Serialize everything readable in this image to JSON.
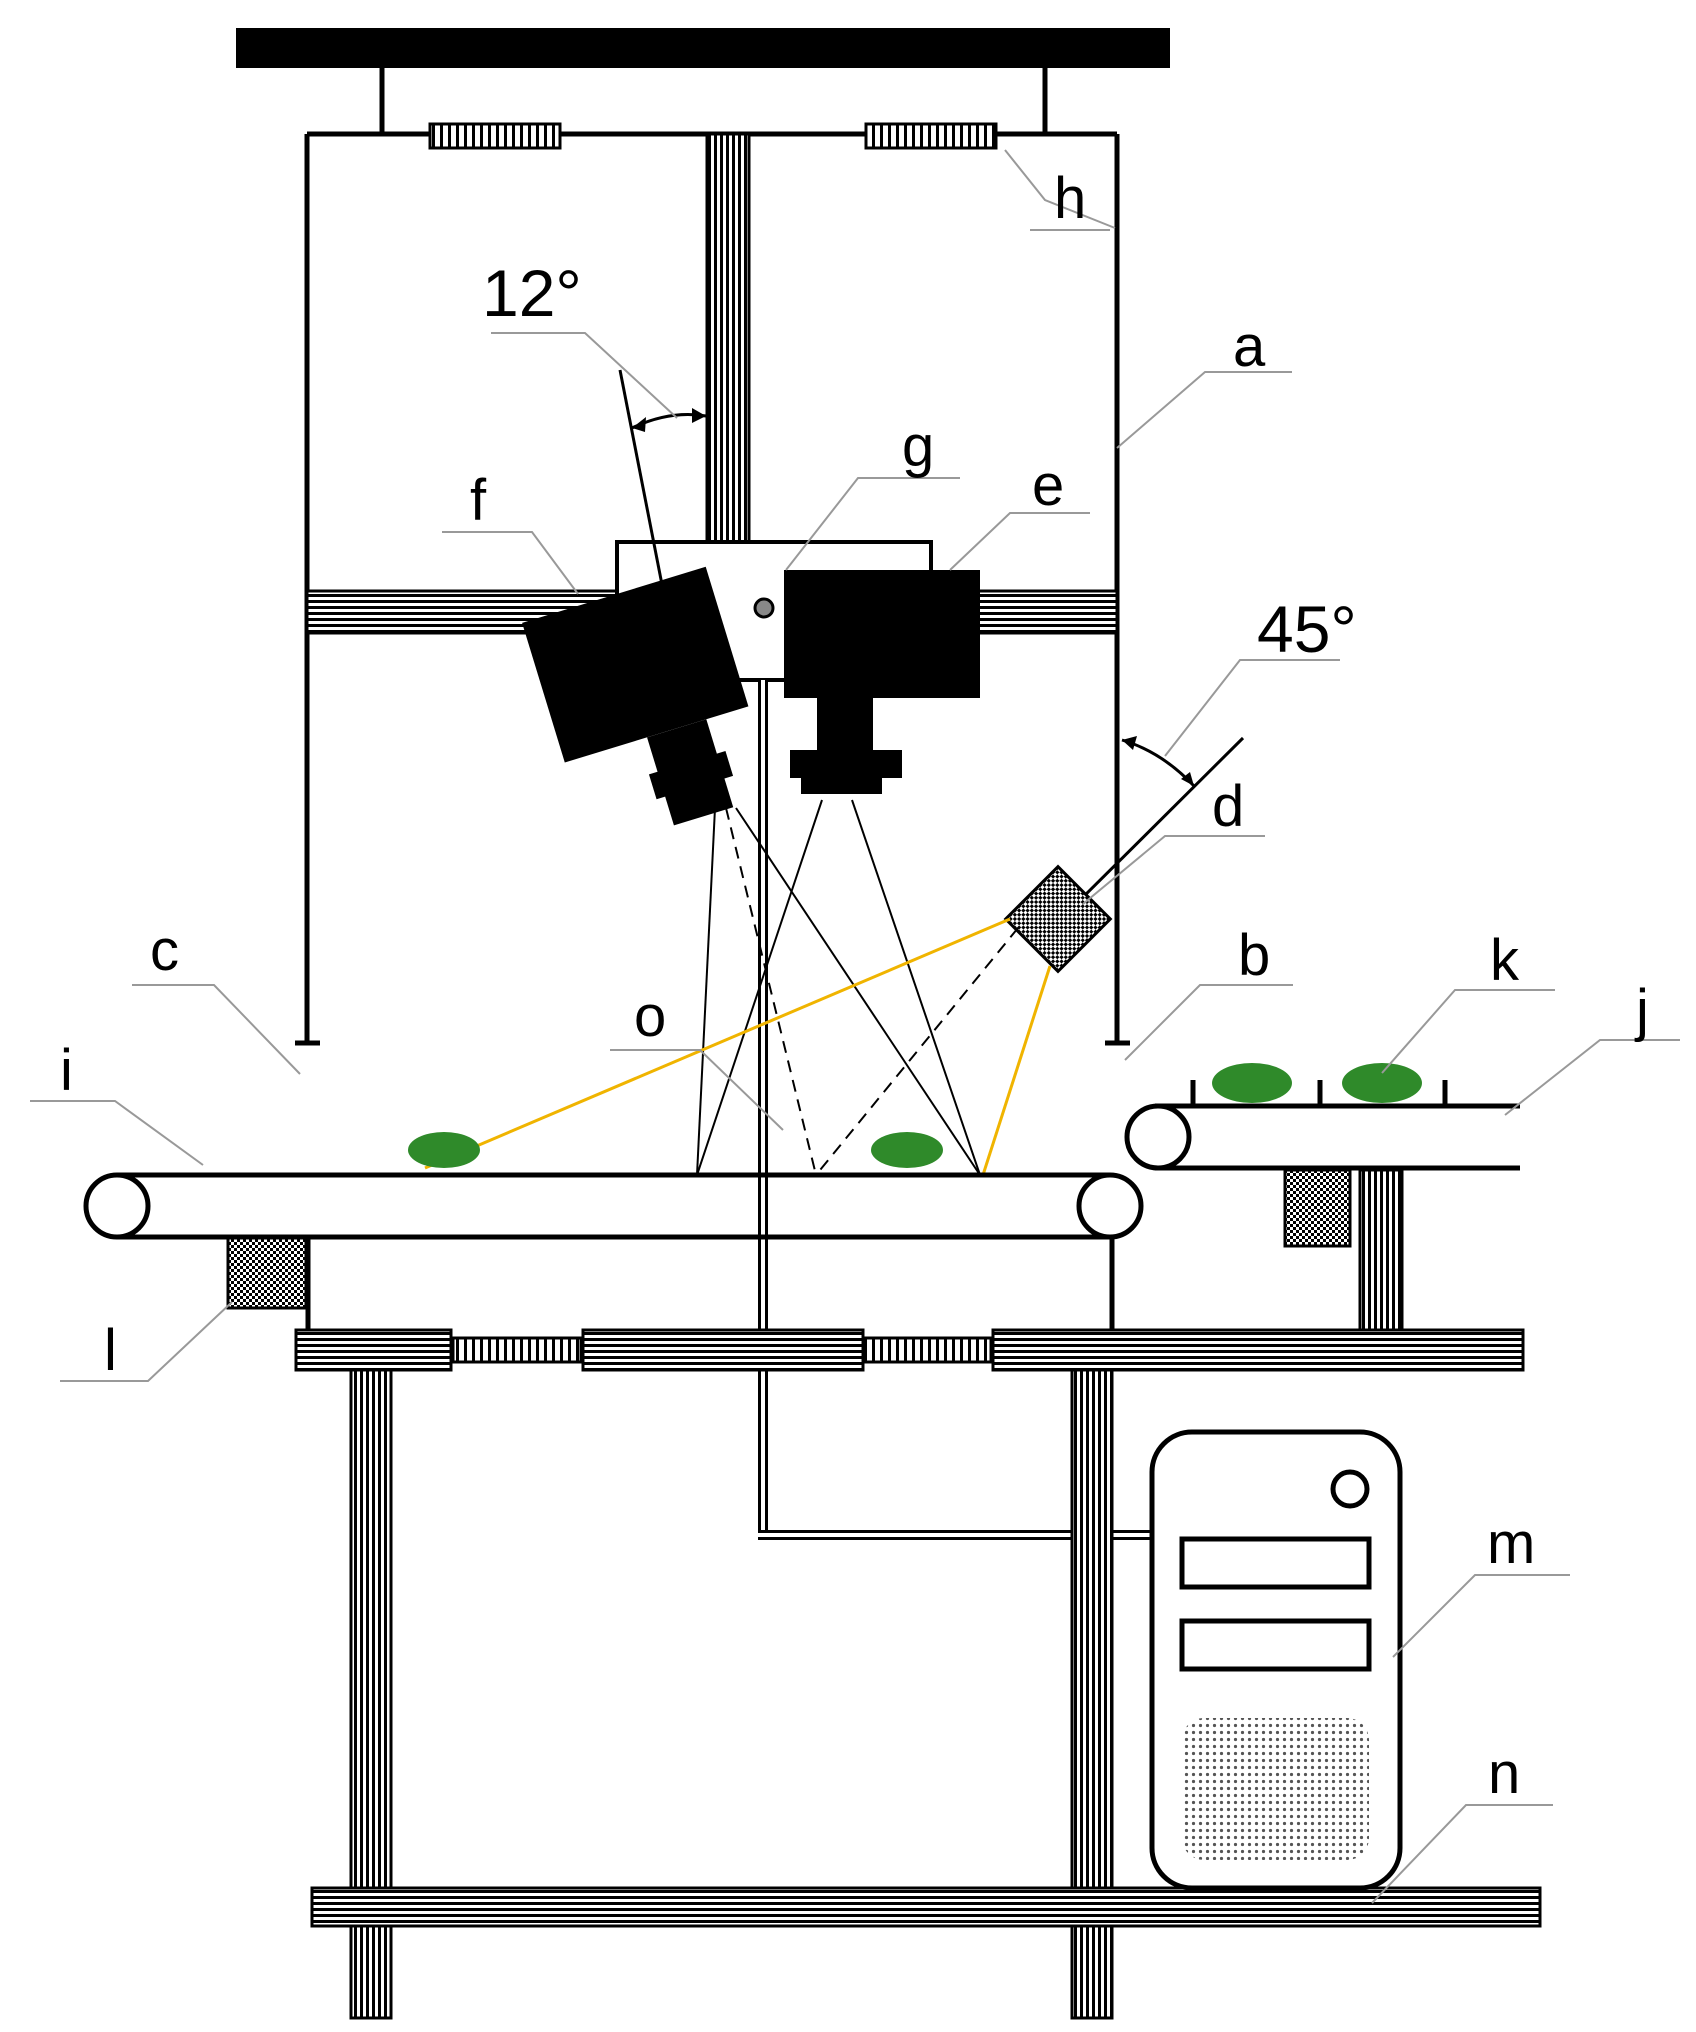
{
  "labels": {
    "a": "a",
    "b": "b",
    "c": "c",
    "d": "d",
    "e": "e",
    "f": "f",
    "g": "g",
    "h": "h",
    "i": "i",
    "j": "j",
    "k": "k",
    "l": "l",
    "m": "m",
    "n": "n",
    "o": "o"
  },
  "angles": {
    "camera_tilt": "12°",
    "light_tilt": "45°"
  },
  "colors": {
    "line": "#000000",
    "light_ray": "#f0b400",
    "sample": "#2f8a2a",
    "background": "#ffffff"
  }
}
